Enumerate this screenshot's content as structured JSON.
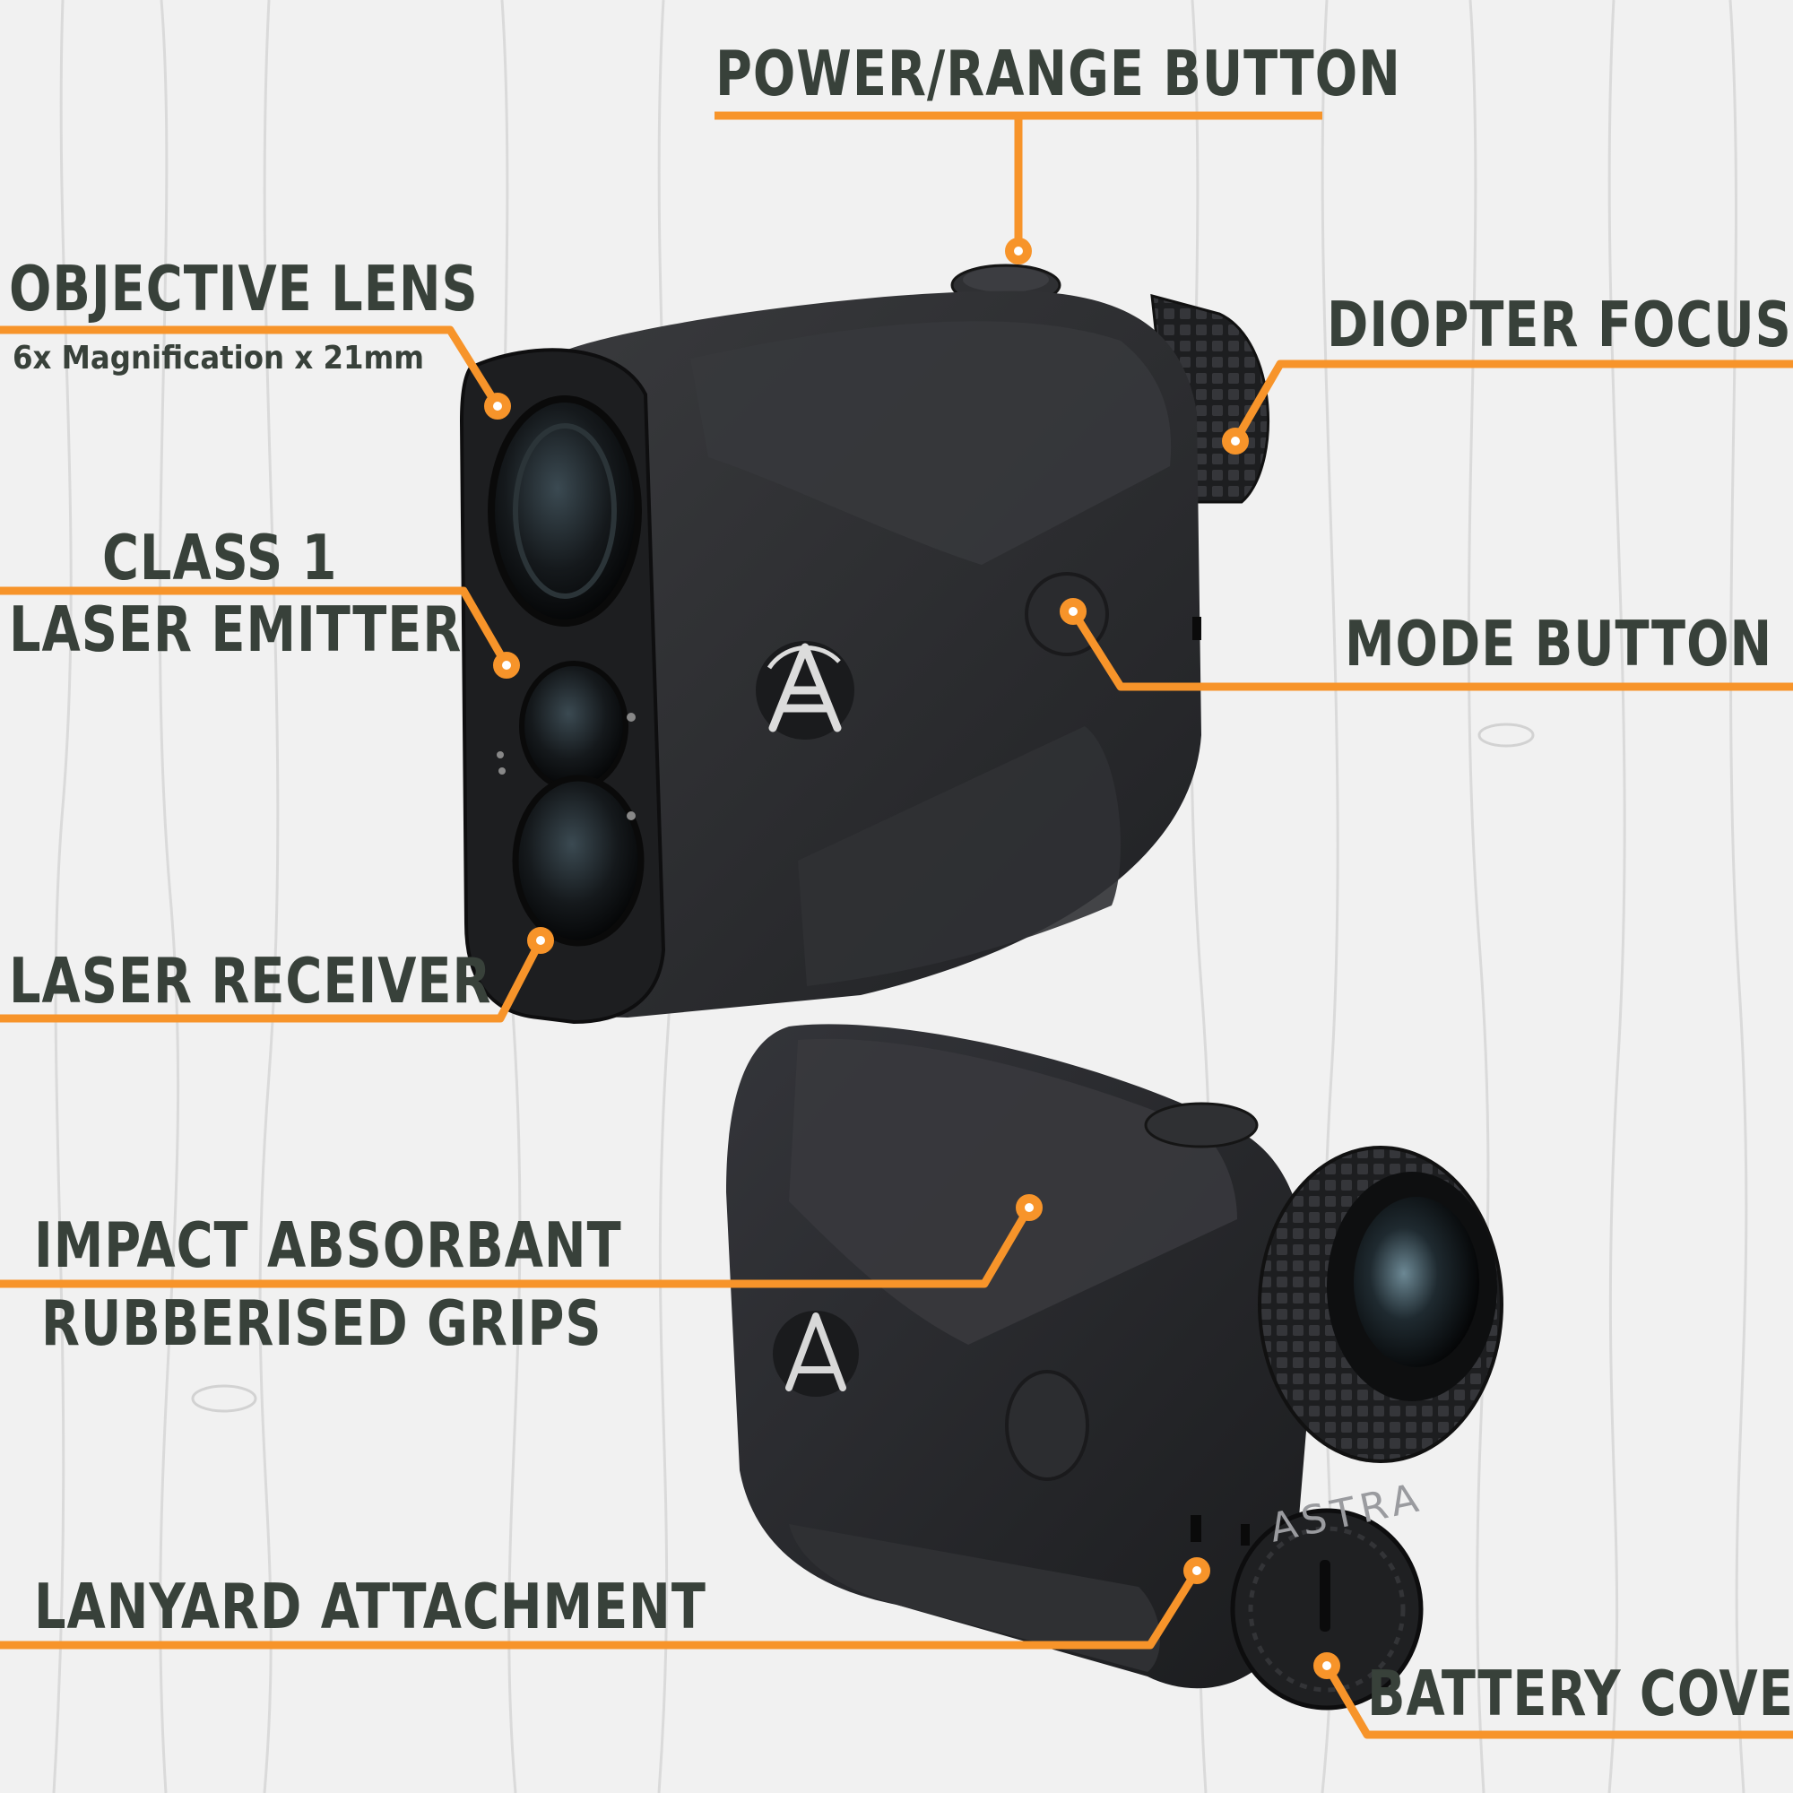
{
  "colors": {
    "accent": "#F7942A",
    "label_text": "#38413A",
    "background": "#F1F1F1",
    "device_body": "#2B2C2E"
  },
  "labels": {
    "power_range_button": "POWER/RANGE BUTTON",
    "objective_lens": "OBJECTIVE LENS",
    "objective_lens_detail": "6x Magnification x 21mm",
    "diopter_focus": "DIOPTER FOCUS",
    "class_1": "CLASS 1",
    "laser_emitter": "LASER EMITTER",
    "mode_button": "MODE BUTTON",
    "laser_receiver": "LASER RECEIVER",
    "impact_absorbant": "IMPACT ABSORBANT",
    "rubberised_grips": "RUBBERISED GRIPS",
    "lanyard_attachment": "LANYARD ATTACHMENT",
    "battery_cover": "BATTERY COVER"
  },
  "device": {
    "brand_mark": "ASTRA",
    "logo_icon": "astra-triangle-logo-icon"
  }
}
